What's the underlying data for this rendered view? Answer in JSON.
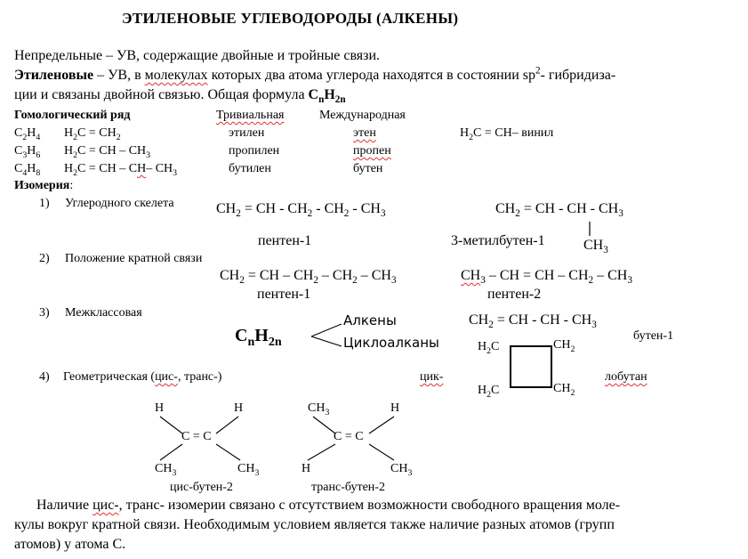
{
  "title": "ЭТИЛЕНОВЫЕ УГЛЕВОДОРОДЫ (АЛКЕНЫ)",
  "intro": {
    "line1": "Непредельные – УВ, содержащие двойные и тройные связи.",
    "line2_bold": "Этиленовые",
    "line2_rest_a": " – УВ,  в ",
    "line2_wavy": "молекулах",
    "line2_rest_b": " которых два атома углерода находятся в состоянии sp",
    "line2_sup": "2",
    "line2_end": "- гибридиза-",
    "line3": "ции и связаны двойной связью. Общая формула ",
    "formula_c": "C",
    "formula_n": "n",
    "formula_h": "H",
    "formula_2n": "2n"
  },
  "homolog": {
    "heading": "Гомологический ряд",
    "col_trivial": "Тривиальная",
    "col_intl": "Международная",
    "rows": [
      {
        "formula": "C2H4",
        "struct": "H2C = CH2",
        "trivial": "этилен",
        "intl": "этен"
      },
      {
        "formula": "C3H6",
        "struct": "H2C = CH – CH3",
        "trivial": "пропилен",
        "intl": "пропен"
      },
      {
        "formula": "C4H8",
        "struct": "H2C = CH – CH– CH3",
        "trivial": "бутилен",
        "intl": "бутен"
      }
    ],
    "vinyl": "H2C = CH– винил"
  },
  "isomerism": {
    "heading": "Изомерия",
    "colon": ":",
    "items": [
      {
        "num": "1)",
        "label": "Углеродного скелета"
      },
      {
        "num": "2)",
        "label": "Положение кратной связи"
      },
      {
        "num": "3)",
        "label": "Межклассовая"
      },
      {
        "num": "4)",
        "label": "Геометрическая (цис-, транс-)"
      }
    ],
    "skeleton_left": "CH2 = CH - CH2 - CH2 - CH3",
    "skeleton_left_name": "пентен-1",
    "skeleton_right": "CH2 = CH - CH - CH3",
    "skeleton_right_branch": "CH3",
    "skeleton_right_name": "3-метилбутен-1",
    "position_left": "CH2 = CH – CH2 – CH2 – CH3",
    "position_left_name": "пентен-1",
    "position_right": "CH3 – CH = CH – CH2 – CH3",
    "position_right_name": "пентен-2",
    "interclass_formula_c": "C",
    "interclass_formula_n": "n",
    "interclass_formula_h": "H",
    "interclass_formula_2n": "2n",
    "interclass_alkenes": "Алкены",
    "interclass_cycloalkanes": "Циклоалканы",
    "butene_struct": "CH2 = CH - CH - CH3",
    "butene_name": "бутен-1",
    "ring_tl": "H2C",
    "ring_tr": "CH2",
    "ring_bl": "H2C",
    "ring_br": "CH2",
    "cyclo_prefix": "цик-",
    "cyclo_suffix": "лобутан",
    "cis_name": "цис-бутен-2",
    "trans_name": "транс-бутен-2"
  },
  "conclusion": {
    "line1_a": "Наличие ",
    "line1_wavy": "цис-",
    "line1_b": ",  транс- изомерии   связано с отсутствием возможности свободного вращения моле-",
    "line2": "кулы вокруг кратной связи. Необходимым условием   является также наличие разных атомов (групп",
    "line3": "атомов) у атома С."
  }
}
